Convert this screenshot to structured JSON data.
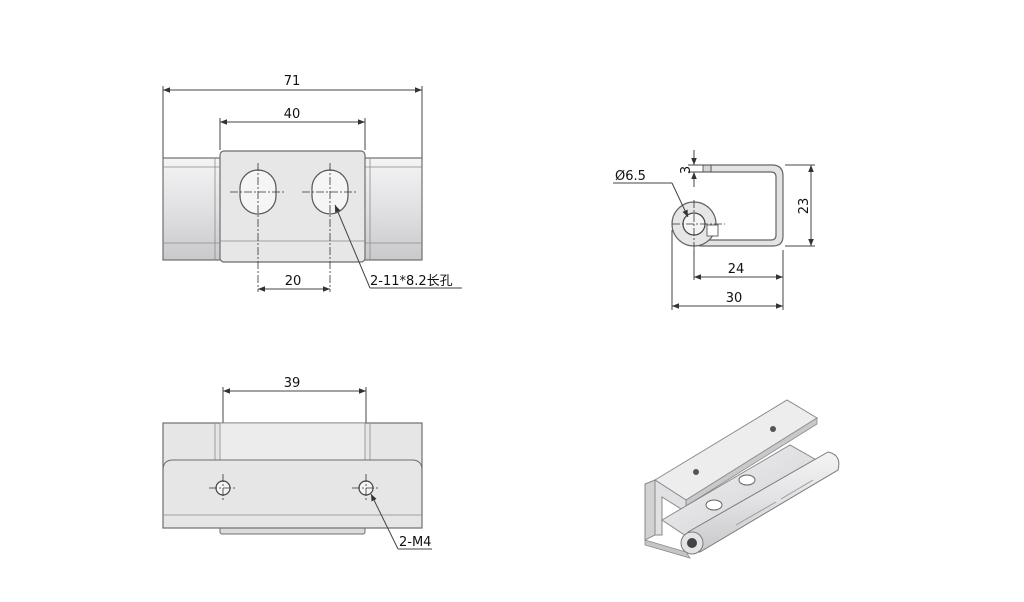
{
  "colors": {
    "part_fill": "#e3e3e4",
    "part_fill_light": "#ececed",
    "part_edge": "#6e6e6e",
    "dim_line": "#444444",
    "slot_fill": "#f5f5f5"
  },
  "top_view": {
    "dim_overall": "71",
    "dim_leaf": "40",
    "dim_slot_pitch": "20",
    "slot_note": "2-11*8.2长孔"
  },
  "side_view": {
    "dim_hole_dia": "Ø6.5",
    "dim_thickness": "3",
    "dim_height": "23",
    "dim_inner_width": "24",
    "dim_outer_width": "30"
  },
  "bottom_view": {
    "dim_hole_pitch": "39",
    "hole_note": "2-M4"
  },
  "iso_view": {
    "icon": "hinge-3d-render-icon"
  }
}
